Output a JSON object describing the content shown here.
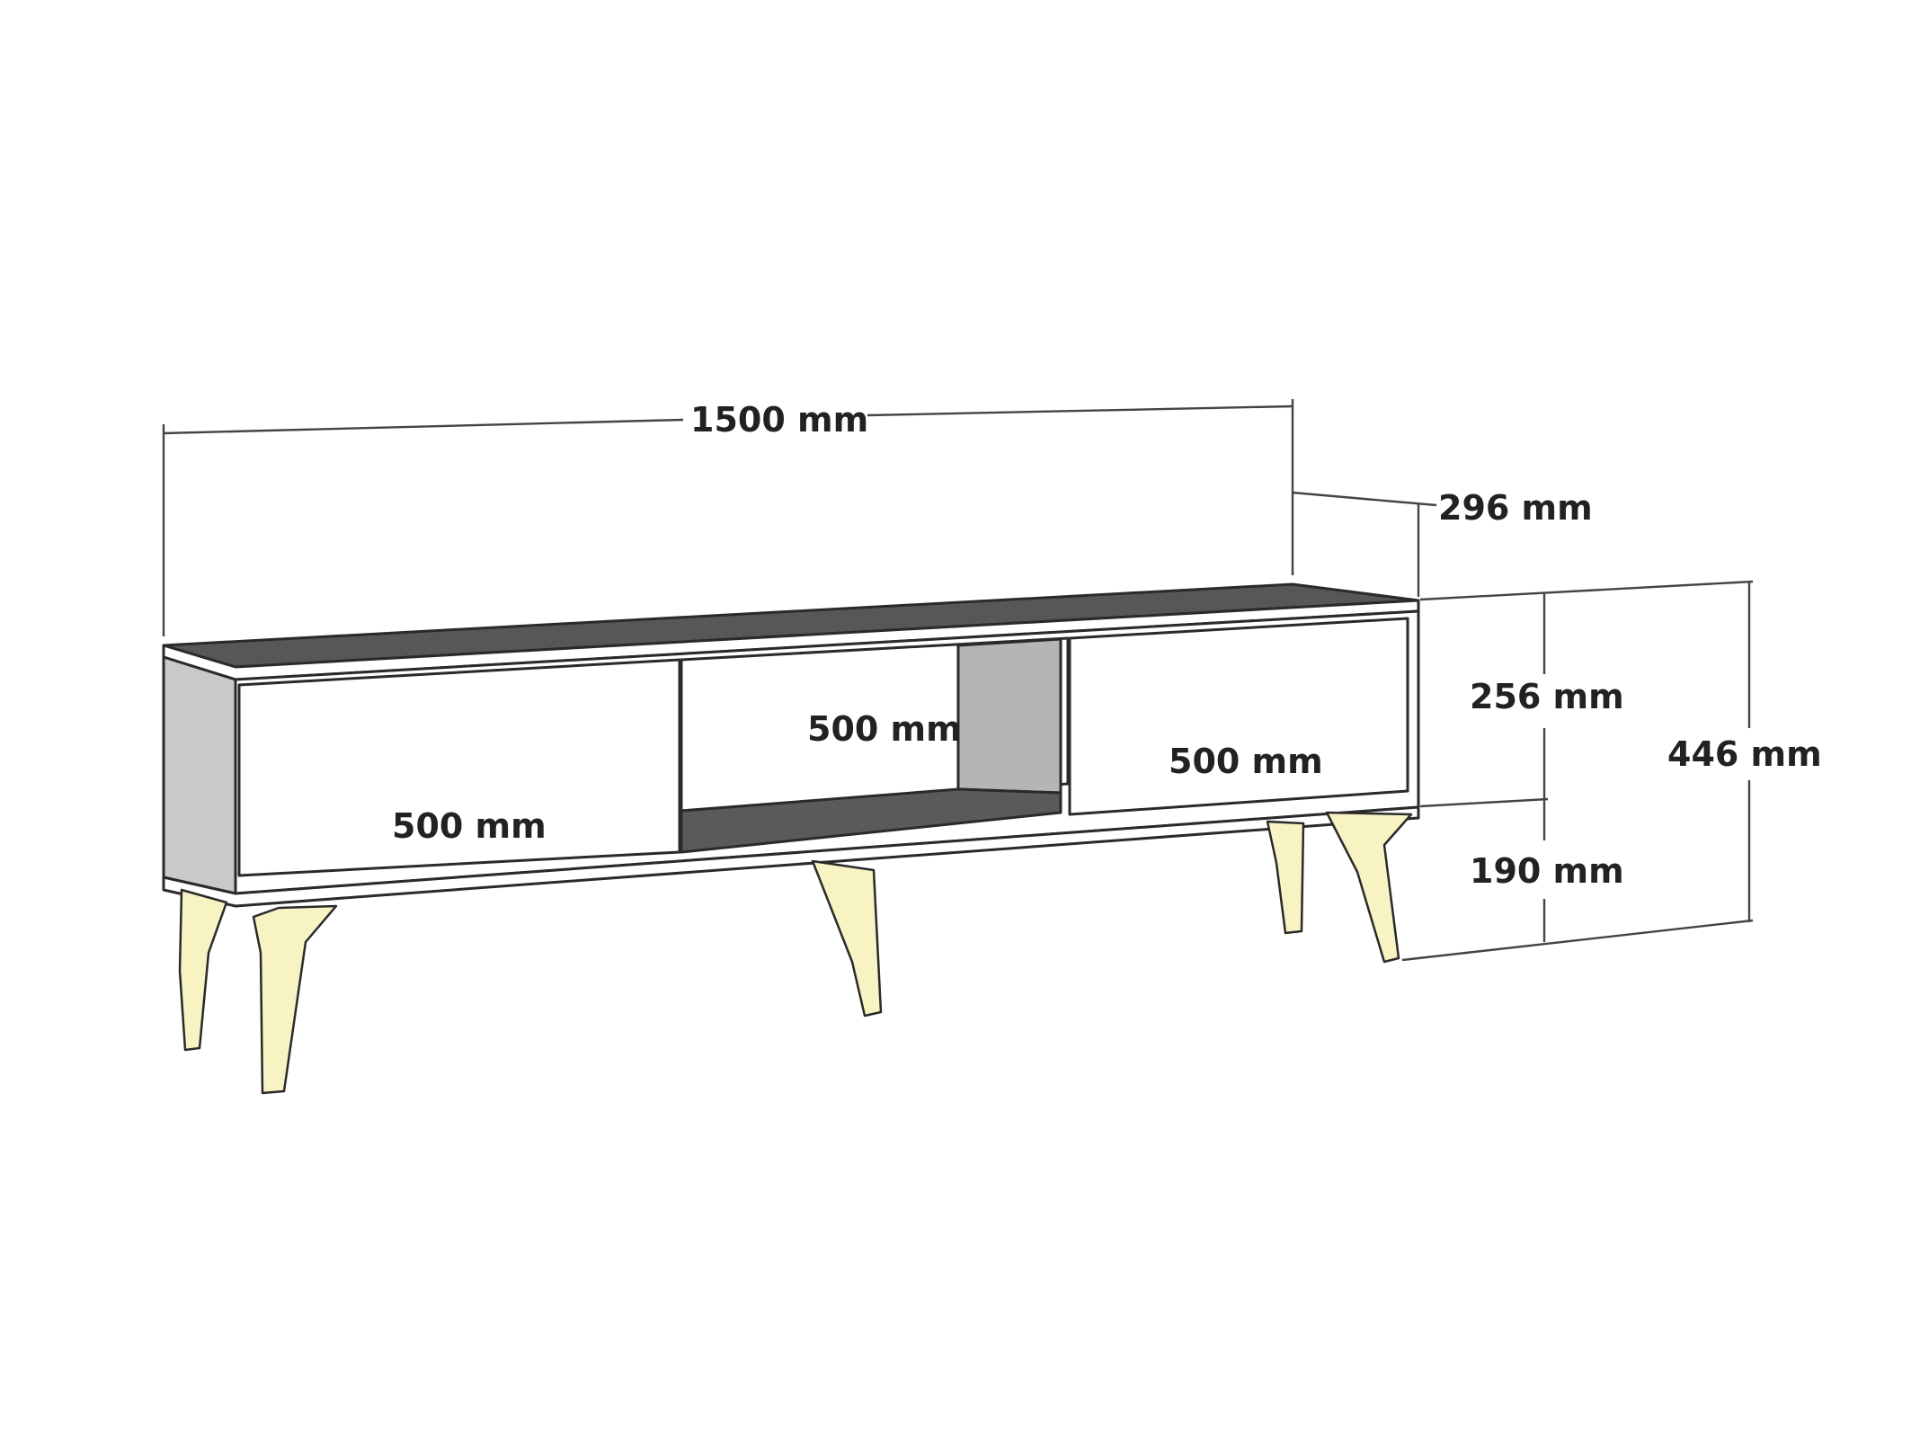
{
  "diagram": {
    "dimensions": {
      "width_total": "1500 mm",
      "depth": "296 mm",
      "body_height": "256 mm",
      "leg_height": "190 mm",
      "total_height": "446 mm",
      "left_door_width": "500 mm",
      "center_shelf_width": "500 mm",
      "right_door_width": "500 mm"
    },
    "colors": {
      "top_surface": "#575757",
      "side_panel": "#c9c9c9",
      "door_face": "#ffffff",
      "shelf_interior": "#b5b5b5",
      "shelf_floor": "#5a5a5a",
      "leg_fill": "#f7f3c3",
      "line": "#2a2a2a"
    }
  }
}
